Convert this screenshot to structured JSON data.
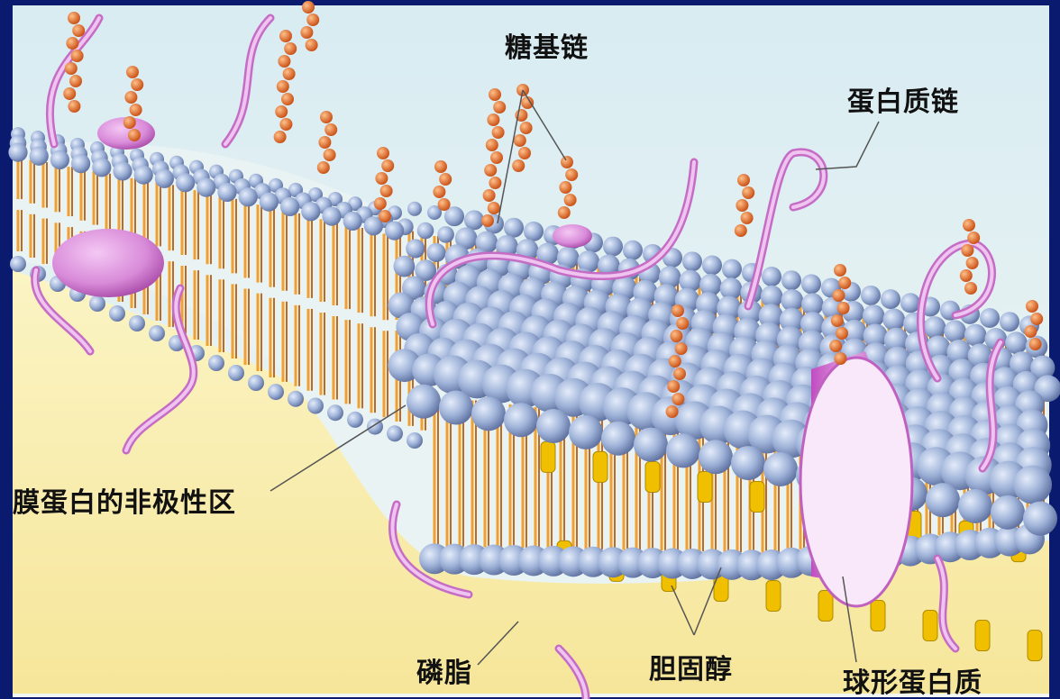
{
  "diagram": {
    "labels": {
      "glycan_chain": "糖基链",
      "protein_chain": "蛋白质链",
      "nonpolar_region": "膜蛋白的非极性区",
      "phospholipid": "磷脂",
      "cholesterol": "胆固醇",
      "globular_protein": "球形蛋白质"
    },
    "colors": {
      "frame": "#0a1a6e",
      "sky": "#e4f0f4",
      "lower_background": "#f8f0b0",
      "lipid_head": "#9eb2d8",
      "lipid_head_dark": "#6a7fae",
      "lipid_tail": "#f0a030",
      "protein": "#d88ad8",
      "protein_dark": "#b24cb2",
      "sugar_bead": "#e86a20",
      "cholesterol": "#f0c000"
    }
  }
}
